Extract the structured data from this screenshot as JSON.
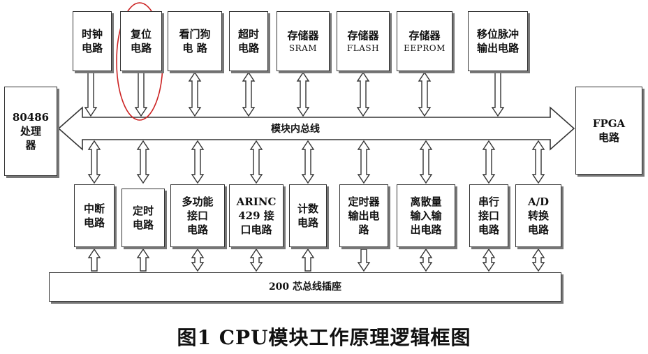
{
  "top_modules": [
    {
      "id": "clock",
      "line1": "时钟",
      "line2": "电路",
      "dir": "down"
    },
    {
      "id": "reset",
      "line1": "复位",
      "line2": "电路",
      "dir": "down"
    },
    {
      "id": "watchdog",
      "line1": "看门狗",
      "line2": "电 路",
      "dir": "both"
    },
    {
      "id": "timeout",
      "line1": "超时",
      "line2": "电路",
      "dir": "both"
    },
    {
      "id": "sram",
      "line1": "存储器",
      "line2": "SRAM",
      "dir": "both"
    },
    {
      "id": "flash",
      "line1": "存储器",
      "line2": "FLASH",
      "dir": "both"
    },
    {
      "id": "eeprom",
      "line1": "存储器",
      "line2": "EEPROM",
      "dir": "both"
    },
    {
      "id": "shift-pulse",
      "line1": "移位脉冲",
      "line2": "输出电路",
      "dir": "down"
    }
  ],
  "bottom_modules": [
    {
      "id": "interrupt",
      "text": "中断\n电路",
      "dir_up": "both",
      "dir_down": "up"
    },
    {
      "id": "timer",
      "text": "定时\n电路",
      "dir_up": "both",
      "dir_down": "up"
    },
    {
      "id": "multi-interface",
      "text": "多功能\n接口\n电路",
      "dir_up": "both",
      "dir_down": "both"
    },
    {
      "id": "arinc429",
      "text": "ARINC\n429 接\n口电路",
      "dir_up": "both",
      "dir_down": "both"
    },
    {
      "id": "counter",
      "text": "计数\n电路",
      "dir_up": "both",
      "dir_down": "up"
    },
    {
      "id": "timer-output",
      "text": "定时器\n输出电\n路",
      "dir_up": "both",
      "dir_down": "down"
    },
    {
      "id": "discrete-io",
      "text": "离散量\n输入输\n出电路",
      "dir_up": "both",
      "dir_down": "both"
    },
    {
      "id": "serial",
      "text": "串行\n接口\n电路",
      "dir_up": "both",
      "dir_down": "both"
    },
    {
      "id": "ad",
      "text": "A/D\n转换\n电路",
      "dir_up": "both",
      "dir_down": "both"
    }
  ],
  "processor": {
    "text": "80486\n处理\n器"
  },
  "fpga": {
    "text": "FPGA\n电路"
  },
  "internal_bus": {
    "label": "模块内总线"
  },
  "socket": {
    "label": "200 芯总线插座"
  },
  "caption": "图1   CPU模块工作原理逻辑框图",
  "colors": {
    "line": "#333333",
    "highlight": "#cc2222"
  }
}
